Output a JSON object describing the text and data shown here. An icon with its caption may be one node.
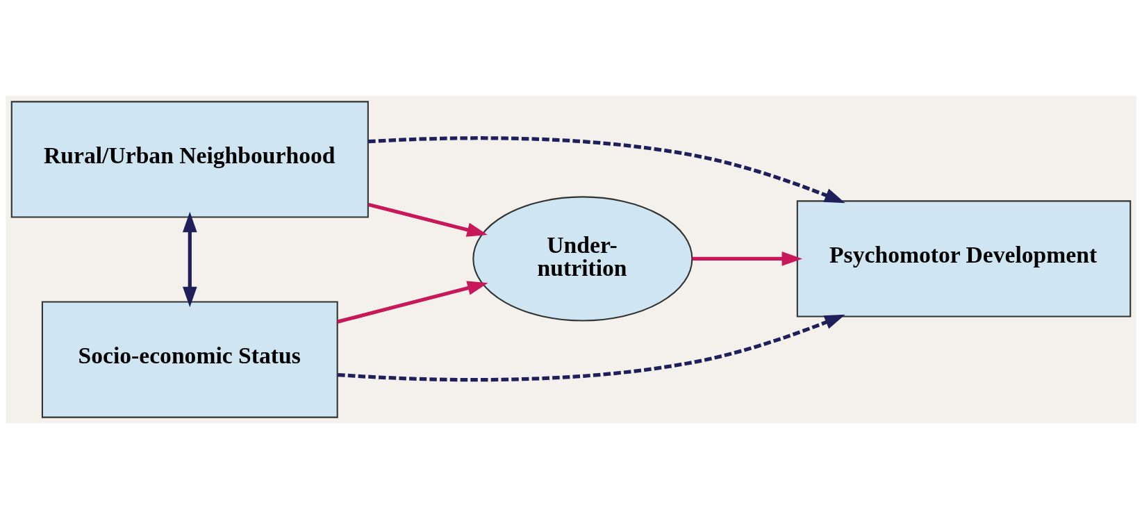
{
  "diagram": {
    "nodes": [
      {
        "text": [
          "Rural/Urban Neighbourhood"
        ]
      },
      {
        "text": [
          "Socio-economic Status"
        ]
      },
      {
        "text": [
          "Under- nutrition"
        ]
      },
      {
        "text": [
          "Psychomotor Development"
        ]
      }
    ],
    "edges": [
      {
        "from": 0,
        "to": 3,
        "arrow": "to",
        "style": "dashed",
        "color": "#1f1f5c"
      },
      {
        "from": 0,
        "to": 1,
        "arrow": "both",
        "color": "#1f1f5c"
      },
      {
        "from": 0,
        "to": 2,
        "arrow": "to",
        "color": "#c8185a"
      },
      {
        "from": 1,
        "to": 2,
        "arrow": "to",
        "color": "#c8185a"
      },
      {
        "from": 2,
        "to": 3,
        "arrow": "to",
        "color": "#c8185a"
      },
      {
        "from": 1,
        "to": 3,
        "arrow": "to",
        "style": "dashed",
        "color": "#1f1f5c"
      }
    ]
  }
}
